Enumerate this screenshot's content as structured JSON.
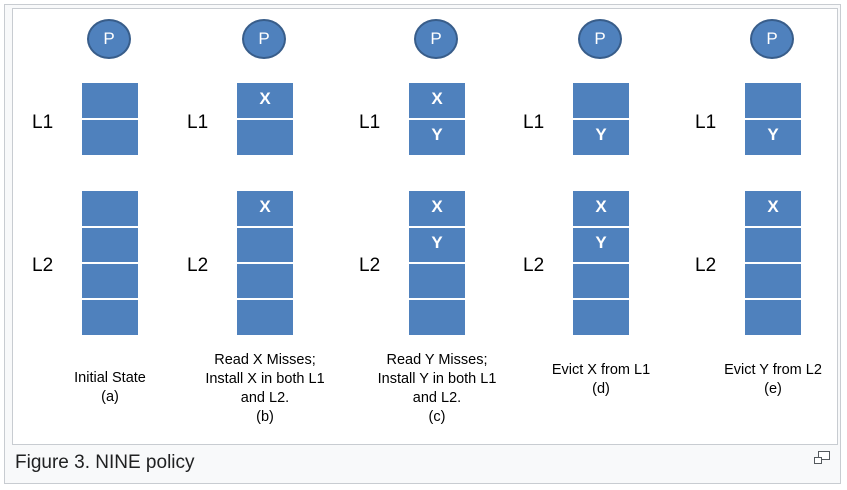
{
  "processor_label": "P",
  "level_labels": {
    "l1": "L1",
    "l2": "L2"
  },
  "caption": "Figure 3. NINE policy",
  "icons": {
    "magnify": "enlarge-icon"
  },
  "colors": {
    "block": "#4f81bd",
    "processor": "#4f81bd",
    "frame": "#f8f9fa"
  },
  "stages": [
    {
      "l1_lines": [
        "",
        ""
      ],
      "l2_lines": [
        "",
        "",
        "",
        ""
      ],
      "caption_lines": [
        "Initial State",
        "(a)"
      ]
    },
    {
      "l1_lines": [
        "X",
        ""
      ],
      "l2_lines": [
        "X",
        "",
        "",
        ""
      ],
      "caption_lines": [
        "Read X Misses;",
        "Install X in both L1",
        "and L2.",
        "(b)"
      ]
    },
    {
      "l1_lines": [
        "X",
        "Y"
      ],
      "l2_lines": [
        "X",
        "Y",
        "",
        ""
      ],
      "caption_lines": [
        "Read Y Misses;",
        "Install Y in both L1",
        "and L2.",
        "(c)"
      ]
    },
    {
      "l1_lines": [
        "",
        "Y"
      ],
      "l2_lines": [
        "X",
        "Y",
        "",
        ""
      ],
      "caption_lines": [
        "Evict X from L1",
        "(d)"
      ]
    },
    {
      "l1_lines": [
        "",
        "Y"
      ],
      "l2_lines": [
        "X",
        "",
        "",
        ""
      ],
      "caption_lines": [
        "Evict  Y from L2",
        "(e)"
      ]
    }
  ]
}
